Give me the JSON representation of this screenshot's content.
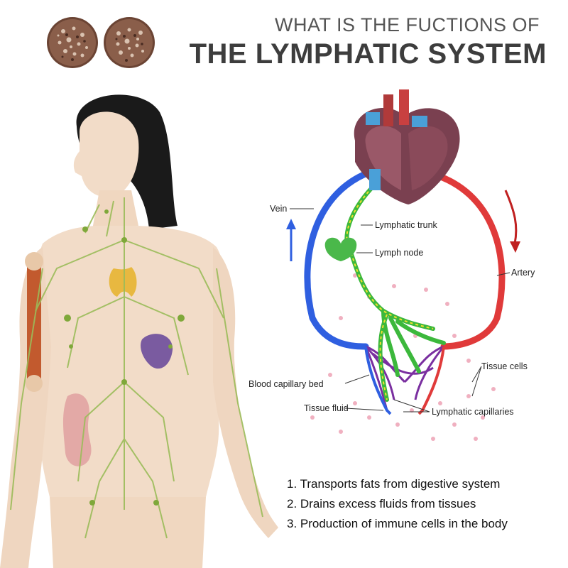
{
  "header": {
    "title_line1": "WHAT IS THE FUCTIONS OF",
    "title_line2": "THE LYMPHATIC SYSTEM"
  },
  "products": [
    "product-patch",
    "product-patch"
  ],
  "diagram": {
    "labels": {
      "vein": "Vein",
      "lymphatic_trunk": "Lymphatic trunk",
      "lymph_node": "Lymph node",
      "artery": "Artery",
      "tissue_cells": "Tissue cells",
      "blood_capillary_bed": "Blood capillary bed",
      "tissue_fluid": "Tissue fluid",
      "lymphatic_capillaries": "Lymphatic capillaries"
    },
    "colors": {
      "vein": "#2f5fe0",
      "artery": "#e03a3a",
      "lymph": "#3cb83c",
      "lymph_flow": "#f0e030",
      "capillary": "#7a2fa0",
      "heart": "#7a4050"
    }
  },
  "functions": [
    "1. Transports fats from digestive system",
    "2. Drains excess fluids from tissues",
    "3. Production of immune cells in the body"
  ]
}
